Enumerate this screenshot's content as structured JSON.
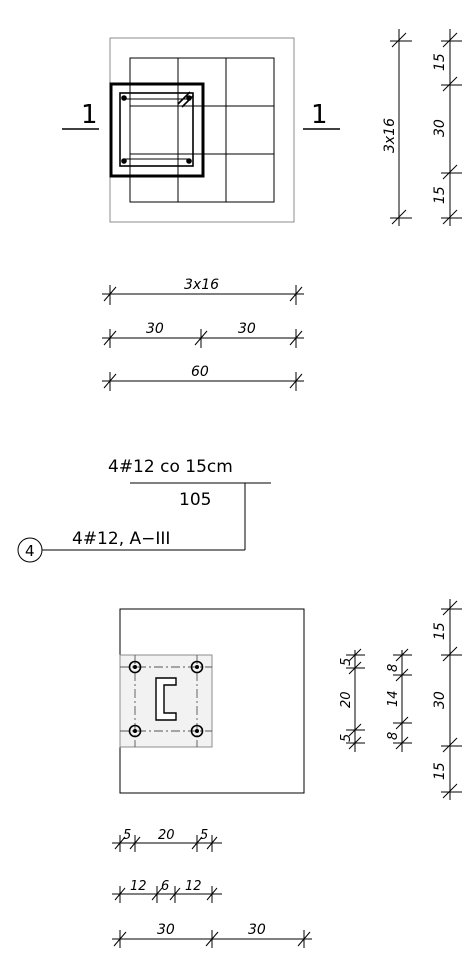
{
  "section_marks": {
    "left": "1",
    "right": "1"
  },
  "plan_top": {
    "right_dims": {
      "overall": "3x16",
      "top": "15",
      "middle": "30",
      "bottom": "15"
    },
    "bottom_dims": {
      "row1": "3x16",
      "row2_left": "30",
      "row2_right": "30",
      "row3": "60"
    }
  },
  "rebar_note": {
    "spacing": "4#12 co 15cm",
    "length": "105",
    "bubble": "4",
    "spec": "4#12, A−III"
  },
  "plan_bottom": {
    "right_dims_a": {
      "top": "5",
      "middle": "20",
      "bottom": "5"
    },
    "right_dims_b": {
      "top": "8",
      "middle": "14",
      "bottom": "8"
    },
    "right_dims_c": {
      "top": "15",
      "middle": "30",
      "bottom": "15"
    },
    "bottom_dims": {
      "row1": [
        "5",
        "20",
        "5"
      ],
      "row2": [
        "12",
        "6",
        "12"
      ],
      "row3": [
        "30",
        "30"
      ]
    }
  }
}
